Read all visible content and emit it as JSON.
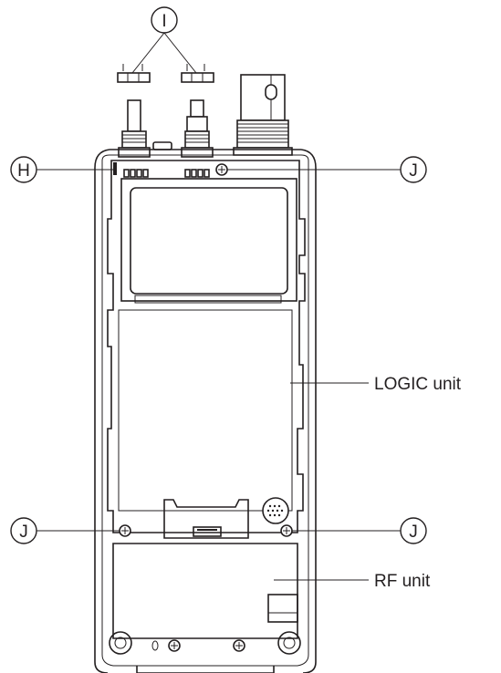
{
  "callouts": {
    "h": "H",
    "i": "I",
    "j_top": "J",
    "j_left": "J",
    "j_right": "J"
  },
  "labels": {
    "logic_unit": "LOGIC unit",
    "rf_unit": "RF unit"
  }
}
